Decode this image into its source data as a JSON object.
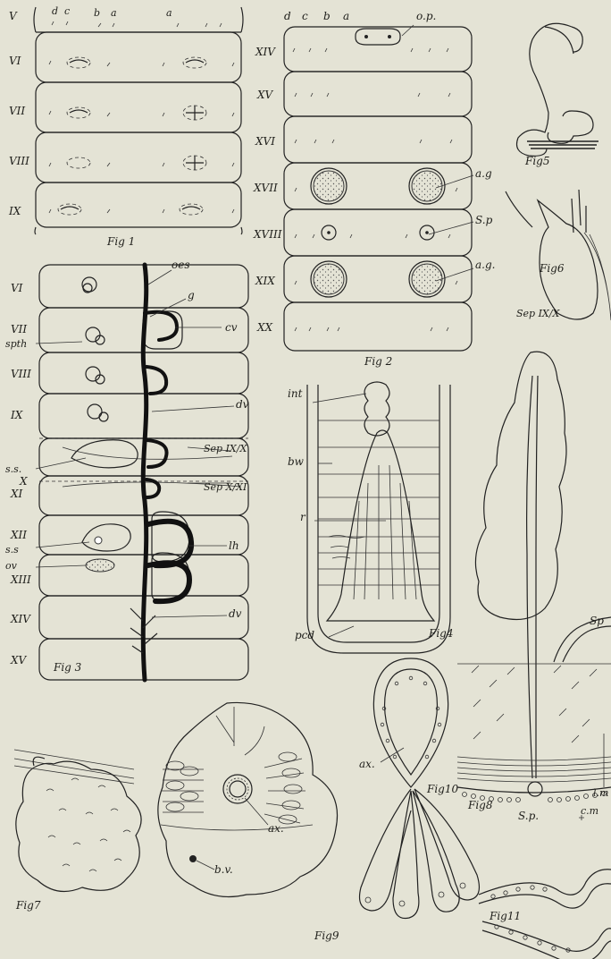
{
  "plate": {
    "background": "#e4e3d5",
    "ink": "#1e1e1a",
    "figures": {
      "fig1": {
        "caption": "Fig 1",
        "column_letters": [
          "d",
          "c",
          "b",
          "a",
          "a"
        ],
        "segments": [
          "V",
          "VI",
          "VII",
          "VIII",
          "IX"
        ]
      },
      "fig2": {
        "caption": "Fig 2",
        "column_letters": [
          "d",
          "c",
          "b",
          "a"
        ],
        "segments": [
          "XIV",
          "XV",
          "XVI",
          "XVII",
          "XVIII",
          "XIX",
          "XX"
        ],
        "labels": [
          "o.p.",
          "a.g",
          "S.p",
          "a.g."
        ]
      },
      "fig3": {
        "caption": "Fig 3",
        "segments": [
          "VI",
          "VII",
          "VIII",
          "IX",
          "X",
          "XI",
          "XII",
          "XIII",
          "XIV",
          "XV"
        ],
        "labels": [
          "oes",
          "g",
          "cv",
          "dv",
          "Sep IX/X",
          "Sep X/XI",
          "lh",
          "dv",
          "spth",
          "s.s.",
          "s.s",
          "ov"
        ]
      },
      "fig4": {
        "caption": "Fig4",
        "labels": [
          "int",
          "bw",
          "r",
          "pcd"
        ]
      },
      "fig5": {
        "caption": "Fig5"
      },
      "fig6": {
        "caption": "Fig6",
        "labels": [
          "Sep IX/X"
        ]
      },
      "fig7": {
        "caption": "Fig7"
      },
      "fig8": {
        "caption": "Fig8",
        "labels": [
          "Sp",
          "S.p.",
          "l.m",
          "c.m"
        ]
      },
      "fig9": {
        "caption": "Fig9",
        "labels": [
          "ax.",
          "b.v."
        ]
      },
      "fig10": {
        "caption": "Fig10",
        "labels": [
          "ax."
        ]
      },
      "fig11": {
        "caption": "Fig11"
      }
    }
  }
}
